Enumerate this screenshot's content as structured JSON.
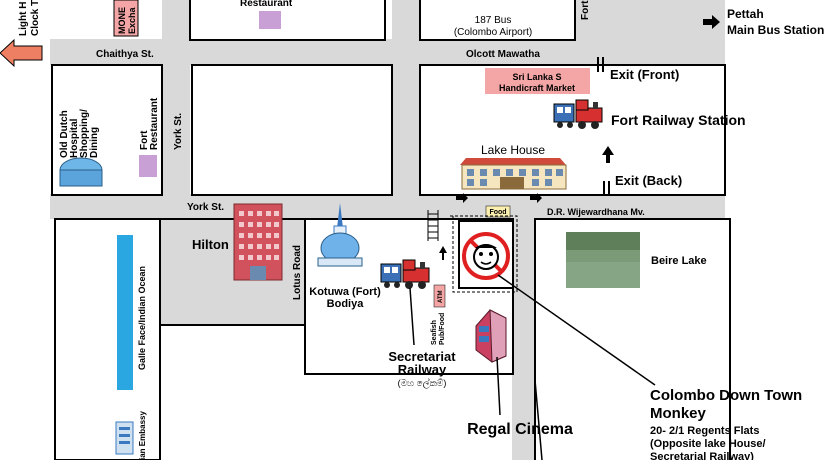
{
  "labels": {
    "light_house": "Light H",
    "clock_tower": "Clock T",
    "money_exchange_1": "MONE",
    "money_exchange_2": "Excha",
    "restaurant": "Restaurant",
    "bus_187_line1": "187 Bus",
    "bus_187_line2": "(Colombo Airport)",
    "fort_top": "Fort",
    "pettah_1": "Pettah",
    "pettah_2": "Main Bus Station",
    "chaithya_st": "Chaithya St.",
    "olcott_mawatha": "Olcott Mawatha",
    "exit_front": "Exit (Front)",
    "handicraft_1": "Sri Lanka S",
    "handicraft_2": "Handicraft Market",
    "fort_railway_station": "Fort Railway Station",
    "old_dutch_1": "Old Dutch",
    "old_dutch_2": "Hospital",
    "old_dutch_3": "Shopping/",
    "old_dutch_4": "Dining",
    "fort_restaurant_1": "Fort",
    "fort_restaurant_2": "Restaurant",
    "york_st_vertical": "York St.",
    "lake_house": "Lake House",
    "exit_back": "Exit (Back)",
    "york_st": "York St.",
    "food": "Food",
    "dr_wijewardhana": "D.R. Wijewardhana Mv.",
    "hilton": "Hilton",
    "lotus_road": "Lotus Road",
    "kotuwa_1": "Kotuwa (Fort)",
    "kotuwa_2": "Bodiya",
    "beire_lake": "Beire Lake",
    "galle_face": "Galle Face/Indian Ocean",
    "atm": "ATM",
    "seafish_1": "Seafish",
    "seafish_2": "Pub/Food",
    "secretariat_1": "Secretariat",
    "secretariat_2": "Railway",
    "secretariat_sinhala": "(මහ ලේකම්)",
    "regal_cinema": "Regal Cinema",
    "indian_embassy": "ian Embassy",
    "downtown_1": "Colombo Down Town",
    "downtown_2": "Monkey",
    "downtown_3": "20- 2/1 Regents Flats",
    "downtown_4": "(Opposite lake House/",
    "downtown_5": "Secretarial Railway)"
  },
  "colors": {
    "road": "#d9d9d9",
    "pink": "#f4a6a6",
    "purple": "#c9a0d6",
    "arrow_salmon": "#ee7f62",
    "logo_red": "#e02020",
    "ocean": "#2aa7e0",
    "lake_green": "#7a9a78"
  }
}
